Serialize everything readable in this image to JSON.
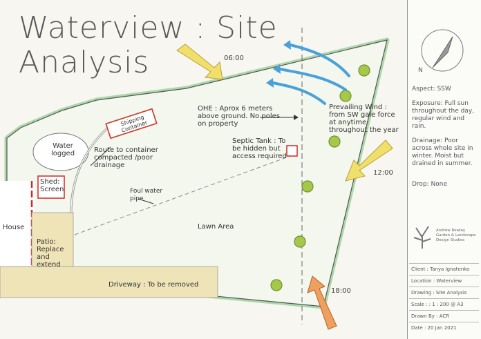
{
  "title": {
    "line1": "Waterview : Site",
    "line2": "Analysis"
  },
  "times": {
    "t0600": "06:00",
    "t1200": "12:00",
    "t1800": "18:00"
  },
  "labels": {
    "water": "Water\nlogged",
    "shipping": "Shipping\nContainer",
    "route": "Route to container\ncompacted /poor\ndrainage",
    "ohe": "OHE : Aprox 6 meters\nabove ground. No poles\non property",
    "septic": "Septic Tank : To\nbe hidden but\naccess required",
    "wind": "Prevailing Wind :\nfrom SW gale force\nat anytime throughout the year",
    "shed": "Shed:\nScreen",
    "foul": "Foul water\npipe",
    "house": "House",
    "patio": "Patio:\nReplace\nand\nextend",
    "lawn": "Lawn Area",
    "driveway": "Driveway : To be removed"
  },
  "sidebar": {
    "north": "N",
    "aspect": "Aspect: SSW",
    "exposure": "Exposure: Full sun throughout the day, regular wind and rain.",
    "drainage": "Drainage: Poor across whole site in winter. Moist but drained in summer.",
    "drop": "Drop: None",
    "logo": "Andrew Rowley\nGarden & Landscape\nDesign Studios",
    "client": "Client : Tanya Ignatenko",
    "location": "Location : Waterview",
    "drawing": "Drawing : Site Analysis",
    "scale": "Scale : : 1 : 200 @ A3",
    "drawn_by": "Drawn By : ACR",
    "date": "Date : 20 Jan 2021"
  },
  "colors": {
    "hedge": "#7ac27a",
    "lawn_tint": "#eaf3e4",
    "boundary": "#555555",
    "house_red": "#cc2b2b",
    "patio": "#efe3b8",
    "tree": "#a6c84a",
    "wind_arrow": "#4aa0d8",
    "sun_arrow": "#e8d24a",
    "sun_arrow_evening": "#e07a30"
  }
}
